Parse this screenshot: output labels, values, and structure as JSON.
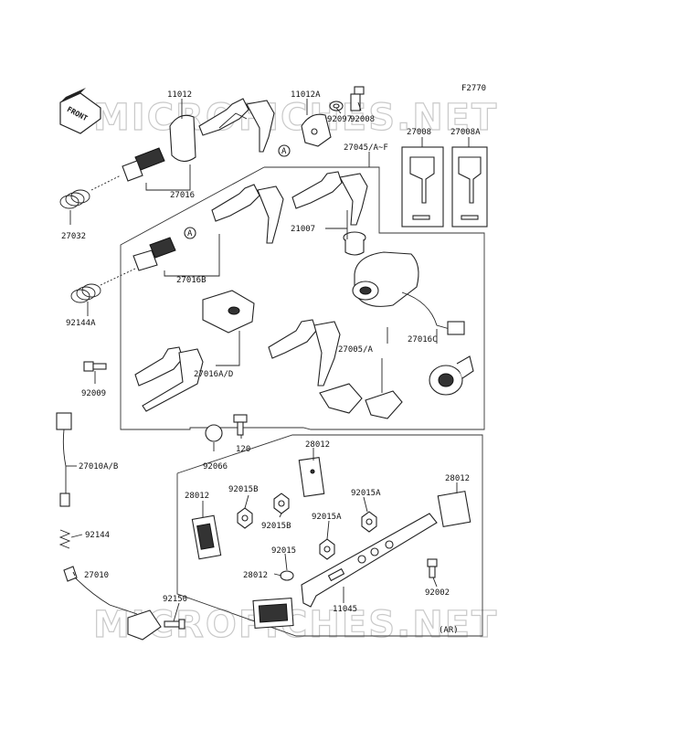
{
  "diagram_code": "F2770",
  "watermark": "MICROFICHES.NET",
  "front_arrow": "FRONT",
  "ref_marker": "A",
  "parts": {
    "p11012": "11012",
    "p11012a": "11012A",
    "p92097": "92097",
    "p92008": "92008",
    "p27016": "27016",
    "p27045": "27045/A~F",
    "p27008": "27008",
    "p27008a": "27008A",
    "p27032": "27032",
    "p21007": "21007",
    "p27016b": "27016B",
    "p92144a": "92144A",
    "p27005": "27005/A",
    "p27016c": "27016C",
    "p27016ad": "27016A/D",
    "p92009": "92009",
    "p120": "120",
    "p92066": "92066",
    "p28012_top": "28012",
    "p27010ab": "27010A/B",
    "p28012_right": "28012",
    "p92015b_a": "92015B",
    "p28012_left": "28012",
    "p92015a_a": "92015A",
    "p92015b_b": "92015B",
    "p92015a_b": "92015A",
    "p92144": "92144",
    "p92015": "92015",
    "p28012_bottom": "28012",
    "p92002": "92002",
    "p27010": "27010",
    "p92150": "92150",
    "p11045": "11045",
    "p_ar": "(AR)"
  }
}
